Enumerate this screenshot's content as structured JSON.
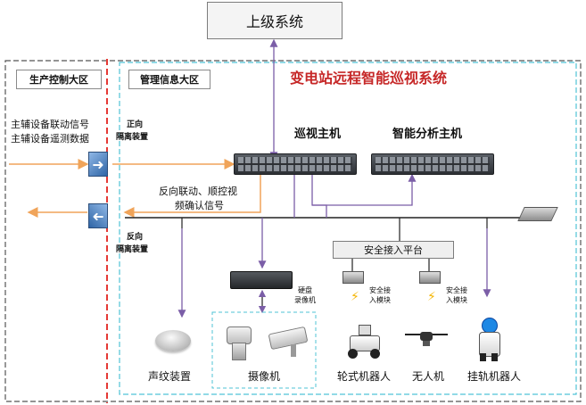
{
  "upper_system": "上级系统",
  "production_zone": "生产控制大区",
  "management_zone": "管理信息大区",
  "system_title": "变电站远程智能巡视系统",
  "inputs": {
    "line1": "主辅设备联动信号",
    "line2": "主辅设备遥测数据"
  },
  "forward_gate": {
    "line1": "正向",
    "line2": "隔离装置"
  },
  "reverse_gate": {
    "line1": "反向",
    "line2": "隔离装置"
  },
  "reverse_signal": {
    "line1": "反向联动、顺控视",
    "line2": "频确认信号"
  },
  "patrol_host": "巡视主机",
  "analysis_host": "智能分析主机",
  "secure_platform": "安全接入平台",
  "nvr_label": {
    "line1": "硬盘",
    "line2": "录像机"
  },
  "secure_module": {
    "line1": "安全接",
    "line2": "入模块"
  },
  "devices": {
    "acoustic": "声纹装置",
    "camera": "摄像机",
    "wheeled_robot": "轮式机器人",
    "drone": "无人机",
    "rail_robot": "挂轨机器人"
  },
  "colors": {
    "zone_border": "#555555",
    "mgmt_border": "#4fc3d6",
    "divider": "#e53935",
    "title": "#c62828",
    "orange_line": "#f0a45a",
    "purple_line": "#7b5ea7"
  }
}
